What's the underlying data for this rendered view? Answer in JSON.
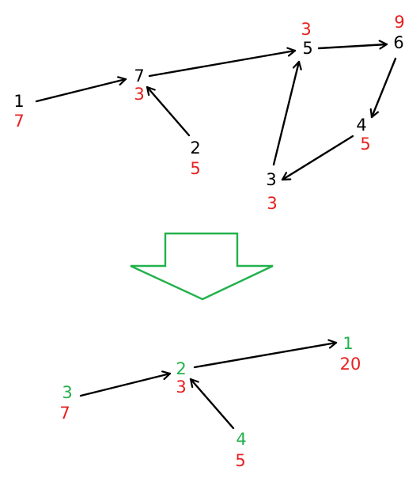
{
  "colors": {
    "node_id": "#000000",
    "weight": "#e8201f",
    "new_id": "#22b14c",
    "edge": "#000000",
    "transform_arrow": "#22b14c"
  },
  "top_graph": {
    "nodes": [
      {
        "id": "1",
        "weight": "7"
      },
      {
        "id": "7",
        "weight": "3"
      },
      {
        "id": "2",
        "weight": "5"
      },
      {
        "id": "5",
        "weight": "3"
      },
      {
        "id": "6",
        "weight": "9"
      },
      {
        "id": "4",
        "weight": "5"
      },
      {
        "id": "3",
        "weight": "3"
      }
    ],
    "edges": [
      {
        "from": "1",
        "to": "7"
      },
      {
        "from": "2",
        "to": "7"
      },
      {
        "from": "7",
        "to": "5"
      },
      {
        "from": "5",
        "to": "6"
      },
      {
        "from": "6",
        "to": "4"
      },
      {
        "from": "4",
        "to": "3"
      },
      {
        "from": "3",
        "to": "5"
      }
    ]
  },
  "bottom_graph": {
    "nodes": [
      {
        "id": "3",
        "weight": "7"
      },
      {
        "id": "2",
        "weight": "3"
      },
      {
        "id": "1",
        "weight": "20"
      },
      {
        "id": "4",
        "weight": "5"
      }
    ],
    "edges": [
      {
        "from": "3",
        "to": "2"
      },
      {
        "from": "2",
        "to": "1"
      },
      {
        "from": "4",
        "to": "2"
      }
    ]
  }
}
